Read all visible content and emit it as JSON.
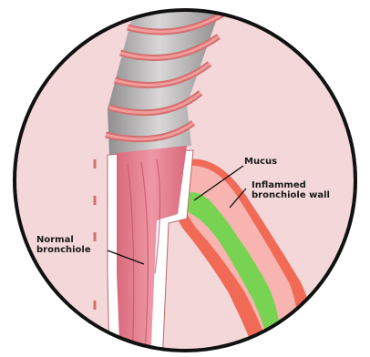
{
  "labels": {
    "mucus": "Mucus",
    "inflamed_line1": "Inflammed",
    "inflamed_line2": "bronchiole wall",
    "normal_line1": "Normal",
    "normal_line2": "bronchiole"
  },
  "colors": {
    "background": "#f3d7d9",
    "circle_border": "#111111",
    "cartilage_ring": "#e07a7a",
    "airway_grey": "#b9b7b7",
    "lumen_pink": "#e98c9a",
    "wall_white": "#ffffff",
    "inflamed_wall": "#f06a56",
    "mucus": "#79d352",
    "text": "#1a1a1a"
  }
}
